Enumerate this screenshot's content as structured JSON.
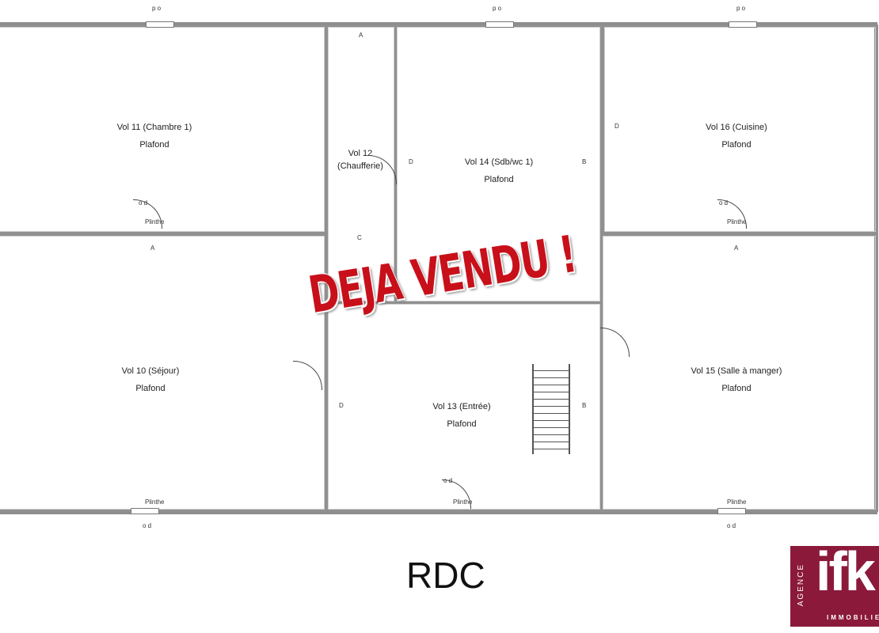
{
  "rooms": [
    {
      "name": "Vol 11 (Chambre 1)",
      "ceiling": "Plafond"
    },
    {
      "name": "Vol 12 (Chaufferie)",
      "ceiling": ""
    },
    {
      "name": "Vol 14 (Sdb/wc 1)",
      "ceiling": "Plafond"
    },
    {
      "name": "Vol 16 (Cuisine)",
      "ceiling": "Plafond"
    },
    {
      "name": "Vol 10 (Séjour)",
      "ceiling": "Plafond"
    },
    {
      "name": "Vol 13 (Entrée)",
      "ceiling": "Plafond"
    },
    {
      "name": "Vol 15 (Salle à manger)",
      "ceiling": "Plafond"
    }
  ],
  "annotations": {
    "window_top": "p o",
    "door_code": "o d",
    "plinth": "Plinthe",
    "a": "A",
    "b": "B",
    "c": "C",
    "d": "D"
  },
  "stamp": "DEJA VENDU !",
  "floor_label": "RDC",
  "logo": {
    "brand": "ifk",
    "agence": "AGENCE",
    "immobilier": "IMMOBILIER",
    "color": "#8b1a3a"
  },
  "colors": {
    "stamp": "#c8101a",
    "walls": "#8d8d8d"
  }
}
